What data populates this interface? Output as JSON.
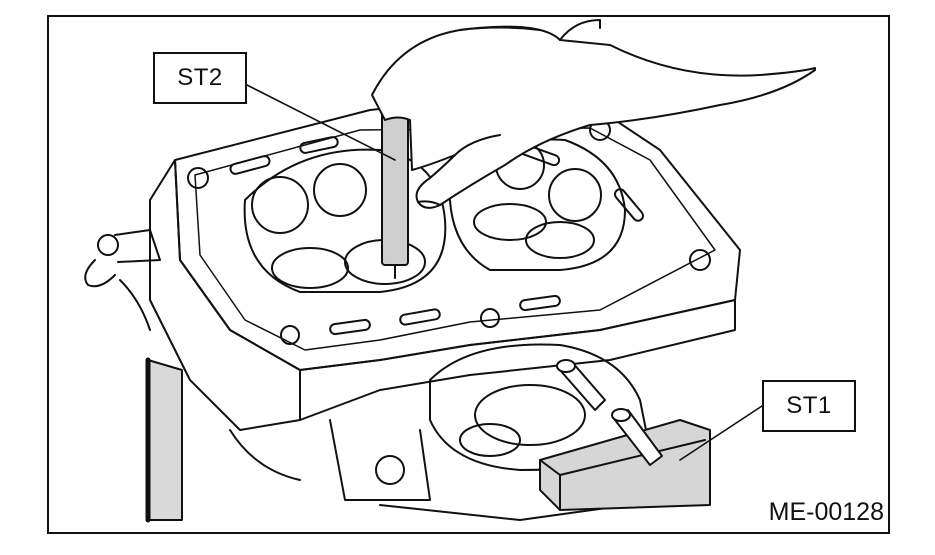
{
  "labels": {
    "st2": "ST2",
    "st1": "ST1"
  },
  "figure_code": "ME-00128",
  "colors": {
    "ink": "#111111",
    "paper": "#ffffff",
    "tool_shade": "#cfcfcf",
    "block_shade": "#d6d6d6"
  }
}
